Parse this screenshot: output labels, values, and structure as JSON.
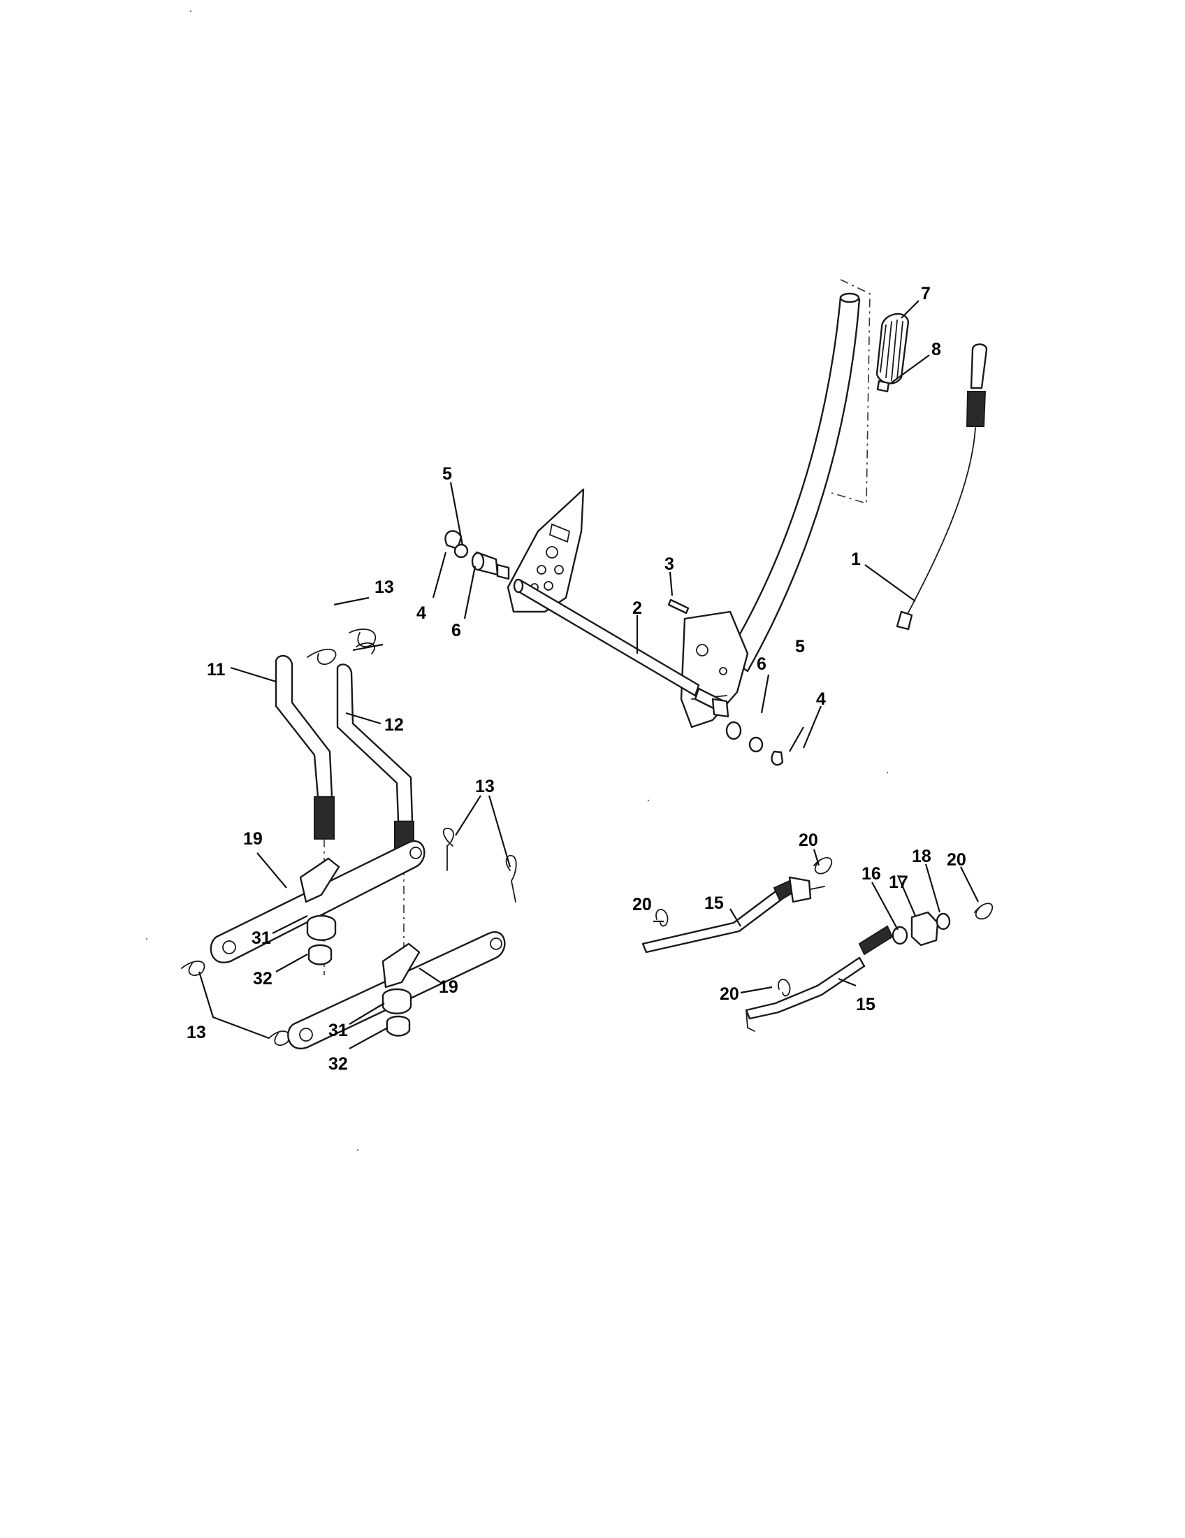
{
  "callouts": {
    "c1": "1",
    "c2": "2",
    "c3": "3",
    "c4a": "4",
    "c4b": "4",
    "c5a": "5",
    "c5b": "5",
    "c6a": "6",
    "c6b": "6",
    "c7": "7",
    "c8": "8",
    "c11": "11",
    "c12": "12",
    "c13a": "13",
    "c13b": "13",
    "c13c": "13",
    "c15a": "15",
    "c15b": "15",
    "c16": "16",
    "c17": "17",
    "c18": "18",
    "c19a": "19",
    "c19b": "19",
    "c20a": "20",
    "c20b": "20",
    "c20c": "20",
    "c20d": "20",
    "c31a": "31",
    "c31b": "31",
    "c32a": "32",
    "c32b": "32"
  }
}
